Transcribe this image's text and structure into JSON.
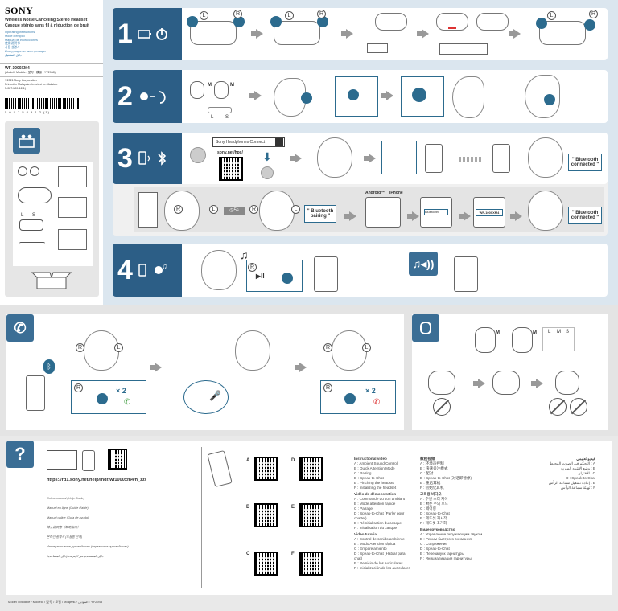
{
  "brand": "SONY",
  "product": {
    "title_lines": [
      "Wireless Noise Canceling Stereo Headset",
      "Casque stéréo sans fil à réduction de bruit"
    ],
    "lang_lines": [
      "Operating Instructions",
      "Mode d'emploi",
      "Manual de instrucciones",
      "使用说明书",
      "사용 설명서",
      "Инструкция по эксплуатации",
      "دليل التشغيل"
    ],
    "model": "WF-1000XM4",
    "model_line": "(Model / Modèle / 型号 / 模델 : YY2948)",
    "copyright": "©2021 Sony Corporation",
    "printed": "Printed in Malaysia / Imprimé en Malaisie",
    "part_no": "5-027-589-12(1)",
    "barcode_digits": "5 0 2 7 5 8 9 1 2 (1)",
    "box_sizes": [
      "L",
      "S"
    ]
  },
  "steps": [
    {
      "num": "1"
    },
    {
      "num": "2",
      "tip_labels": [
        "M",
        "M"
      ],
      "size_labels": [
        "L",
        "S"
      ]
    },
    {
      "num": "3",
      "search_text": "Sony Headphones Connect",
      "url": "sony.net/hpc/",
      "bt_connected": "\" Bluetooth connected \"",
      "bt_pairing": "\" Bluetooth pairing \"",
      "os_labels": [
        "Android™",
        "iPhone"
      ],
      "device_name": "WF-1000XM4",
      "hold_label": "5s"
    },
    {
      "num": "4"
    }
  ],
  "call_section": {
    "x2_left": "× 2",
    "x2_right": "× 2"
  },
  "tips_section": {
    "tip_labels": [
      "M",
      "M"
    ],
    "sizes": [
      "L",
      "M",
      "S"
    ]
  },
  "help_section": {
    "url": "https://rd1.sony.net/help/mdr/wf1000xm4/h_zz/",
    "guide_lines": [
      "Online manual (Help Guide)",
      "Manuel en ligne (Guide d'aide)",
      "Manual online (Guía de ayuda)",
      "線上説明書（帮助指南）",
      "온라인 설명서 (도움말 안내)",
      "Интерактивное руководство (справочное руководство)",
      "دليل المستخدم عبر الإنترنت (دليل المساعدة)"
    ],
    "qr_labels": [
      "A",
      "D",
      "B",
      "E",
      "C",
      "F"
    ],
    "col1": {
      "head": "Instructional video",
      "items": [
        "A : Ambient Sound Control",
        "B : Quick Attention Mode",
        "C : Pairing",
        "D : Speak-to-Chat",
        "E : Pinching the headset",
        "F : Initializing the headset"
      ],
      "head2": "Vidéo de démonstration",
      "items2": [
        "A : Commande du son ambiant",
        "B : Mode attention rapide",
        "C : Pairage",
        "D : Speak-to-Chat (Parler pour chatter)",
        "E : Réinitialisation du casque",
        "F : Initialisation du casque"
      ],
      "head3": "Video tutorial",
      "items3": [
        "A : Control de sonido ambiente",
        "B : Modo Atención rápida",
        "C : Emparejamiento",
        "D : Speak-to-Chat (Hablar para chat)",
        "E : Reinicio de los auriculares",
        "F : Inicialización de los auriculares"
      ]
    },
    "col2": {
      "head": "教程视频",
      "items": [
        "A : 环境声控制",
        "B : 快速关注模式",
        "C : 配对",
        "D : Speak-to-Chat (对话即暂停)",
        "E : 重启耳机",
        "F : 初始化耳机"
      ],
      "head2": "교육용 비디오",
      "items2": [
        "A : 주변 소리 제어",
        "B : 빠른 주의 모드",
        "C : 페어링",
        "D : Speak-to-Chat",
        "E : 헤드셋 재시작",
        "F : 헤드셋 초기화"
      ],
      "head3": "Видеоруководство",
      "items3": [
        "A : Управление окружающим звуком",
        "B : Режим быстрого внимания",
        "C : Сопряжение",
        "D : Speak-to-Chat",
        "E : Перезапуск гарнитуры",
        "F : Инициализация гарнитуры"
      ]
    },
    "col3": {
      "head": "فيديو تعليمي",
      "items": [
        "A : التحكم في الصوت المحيط",
        "B : وضع الانتباه السريع",
        "C : الاقتران",
        "D : Speak-to-Chat",
        "E : إعادة تشغيل سماعة الرأس",
        "F : تهيئة سماعة الرأس"
      ]
    }
  },
  "footer": "Model / Modèle / Modelo / 型号 / 모델 / Модель / الموديل : YY2948"
}
